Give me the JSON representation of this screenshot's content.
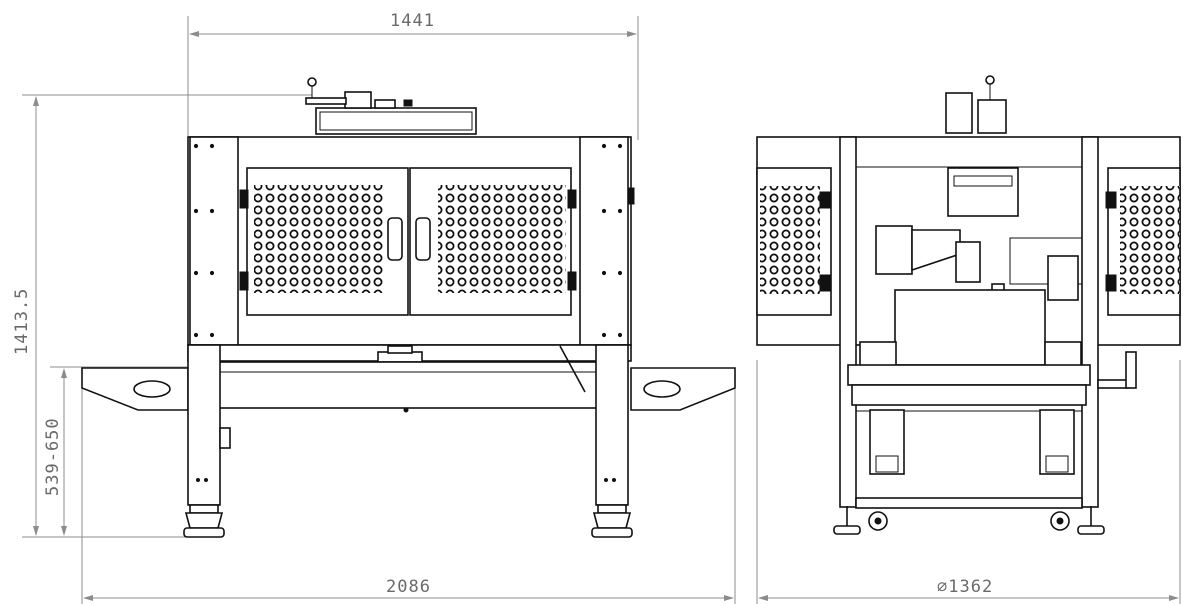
{
  "drawing": {
    "dimensions": {
      "top_width": "1441",
      "overall_height": "1413.5",
      "leg_height_range": "539-650",
      "overall_length": "2086",
      "side_diameter": "∅1362"
    }
  }
}
